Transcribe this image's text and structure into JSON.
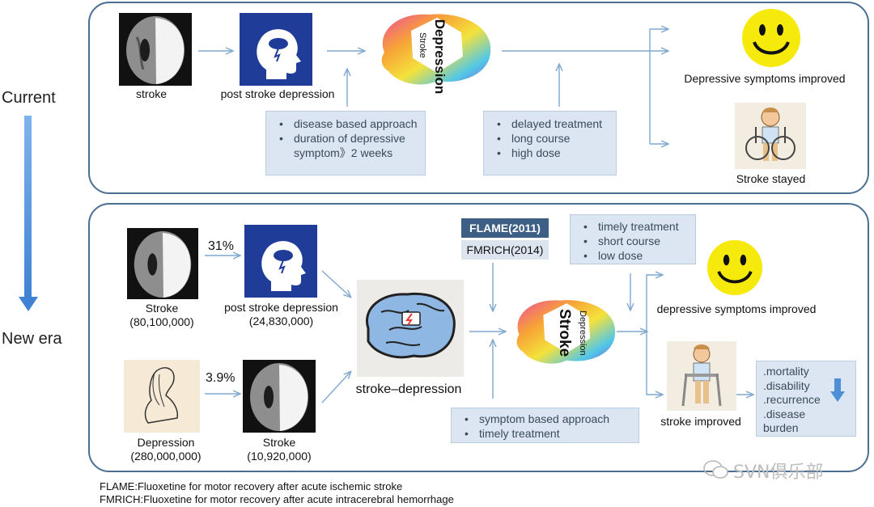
{
  "current": {
    "era_label": "Current",
    "stroke_label": "stroke",
    "psd_label": "post stroke depression",
    "brain_big": "Depression",
    "brain_small": "Stroke",
    "note_left": [
      "disease based approach",
      "duration of depressive symptom》2 weeks"
    ],
    "note_right": [
      "delayed treatment",
      "long course",
      "high dose"
    ],
    "outcome_top": "Depressive symptoms improved",
    "outcome_bottom": "Stroke stayed"
  },
  "new_era": {
    "era_label": "New era",
    "pct_top": "31%",
    "pct_bottom": "3.9%",
    "stroke_label": "Stroke",
    "stroke_count": "(80,100,000)",
    "psd_label": "post stroke depression",
    "psd_count": "(24,830,000)",
    "depression_label": "Depression",
    "depression_count": "(280,000,000)",
    "stroke2_label": "Stroke",
    "stroke2_count": "(10,920,000)",
    "center_label": "stroke–depression",
    "trial_1": "FLAME(2011)",
    "trial_2": "FMRICH(2014)",
    "note_top": [
      "timely treatment",
      "short course",
      "low dose"
    ],
    "note_bottom": [
      "symptom based approach",
      "timely treatment"
    ],
    "brain_big": "Stroke",
    "brain_small": "Depression",
    "outcome_top": "depressive symptoms improved",
    "outcome_bottom": "stroke improved",
    "outcome_list": [
      ".mortality",
      ".disability",
      ".recurrence",
      ".disease",
      "burden"
    ]
  },
  "legend": [
    "FLAME:Fluoxetine for motor recovery after acute ischemic stroke",
    "FMRICH:Fluoxetine for motor recovery after acute intracerebral hemorrhage"
  ],
  "watermark": "SVN俱乐部",
  "colors": {
    "panel_border": "#4a6f93",
    "arrow": "#7fa8cf",
    "note_bg": "#dbe6f2",
    "trial_dark": "#3d5f86",
    "trial_light": "#dce5ef",
    "smiley": "#f5ea0c",
    "timeline_arrow": "#4f8fd8"
  }
}
